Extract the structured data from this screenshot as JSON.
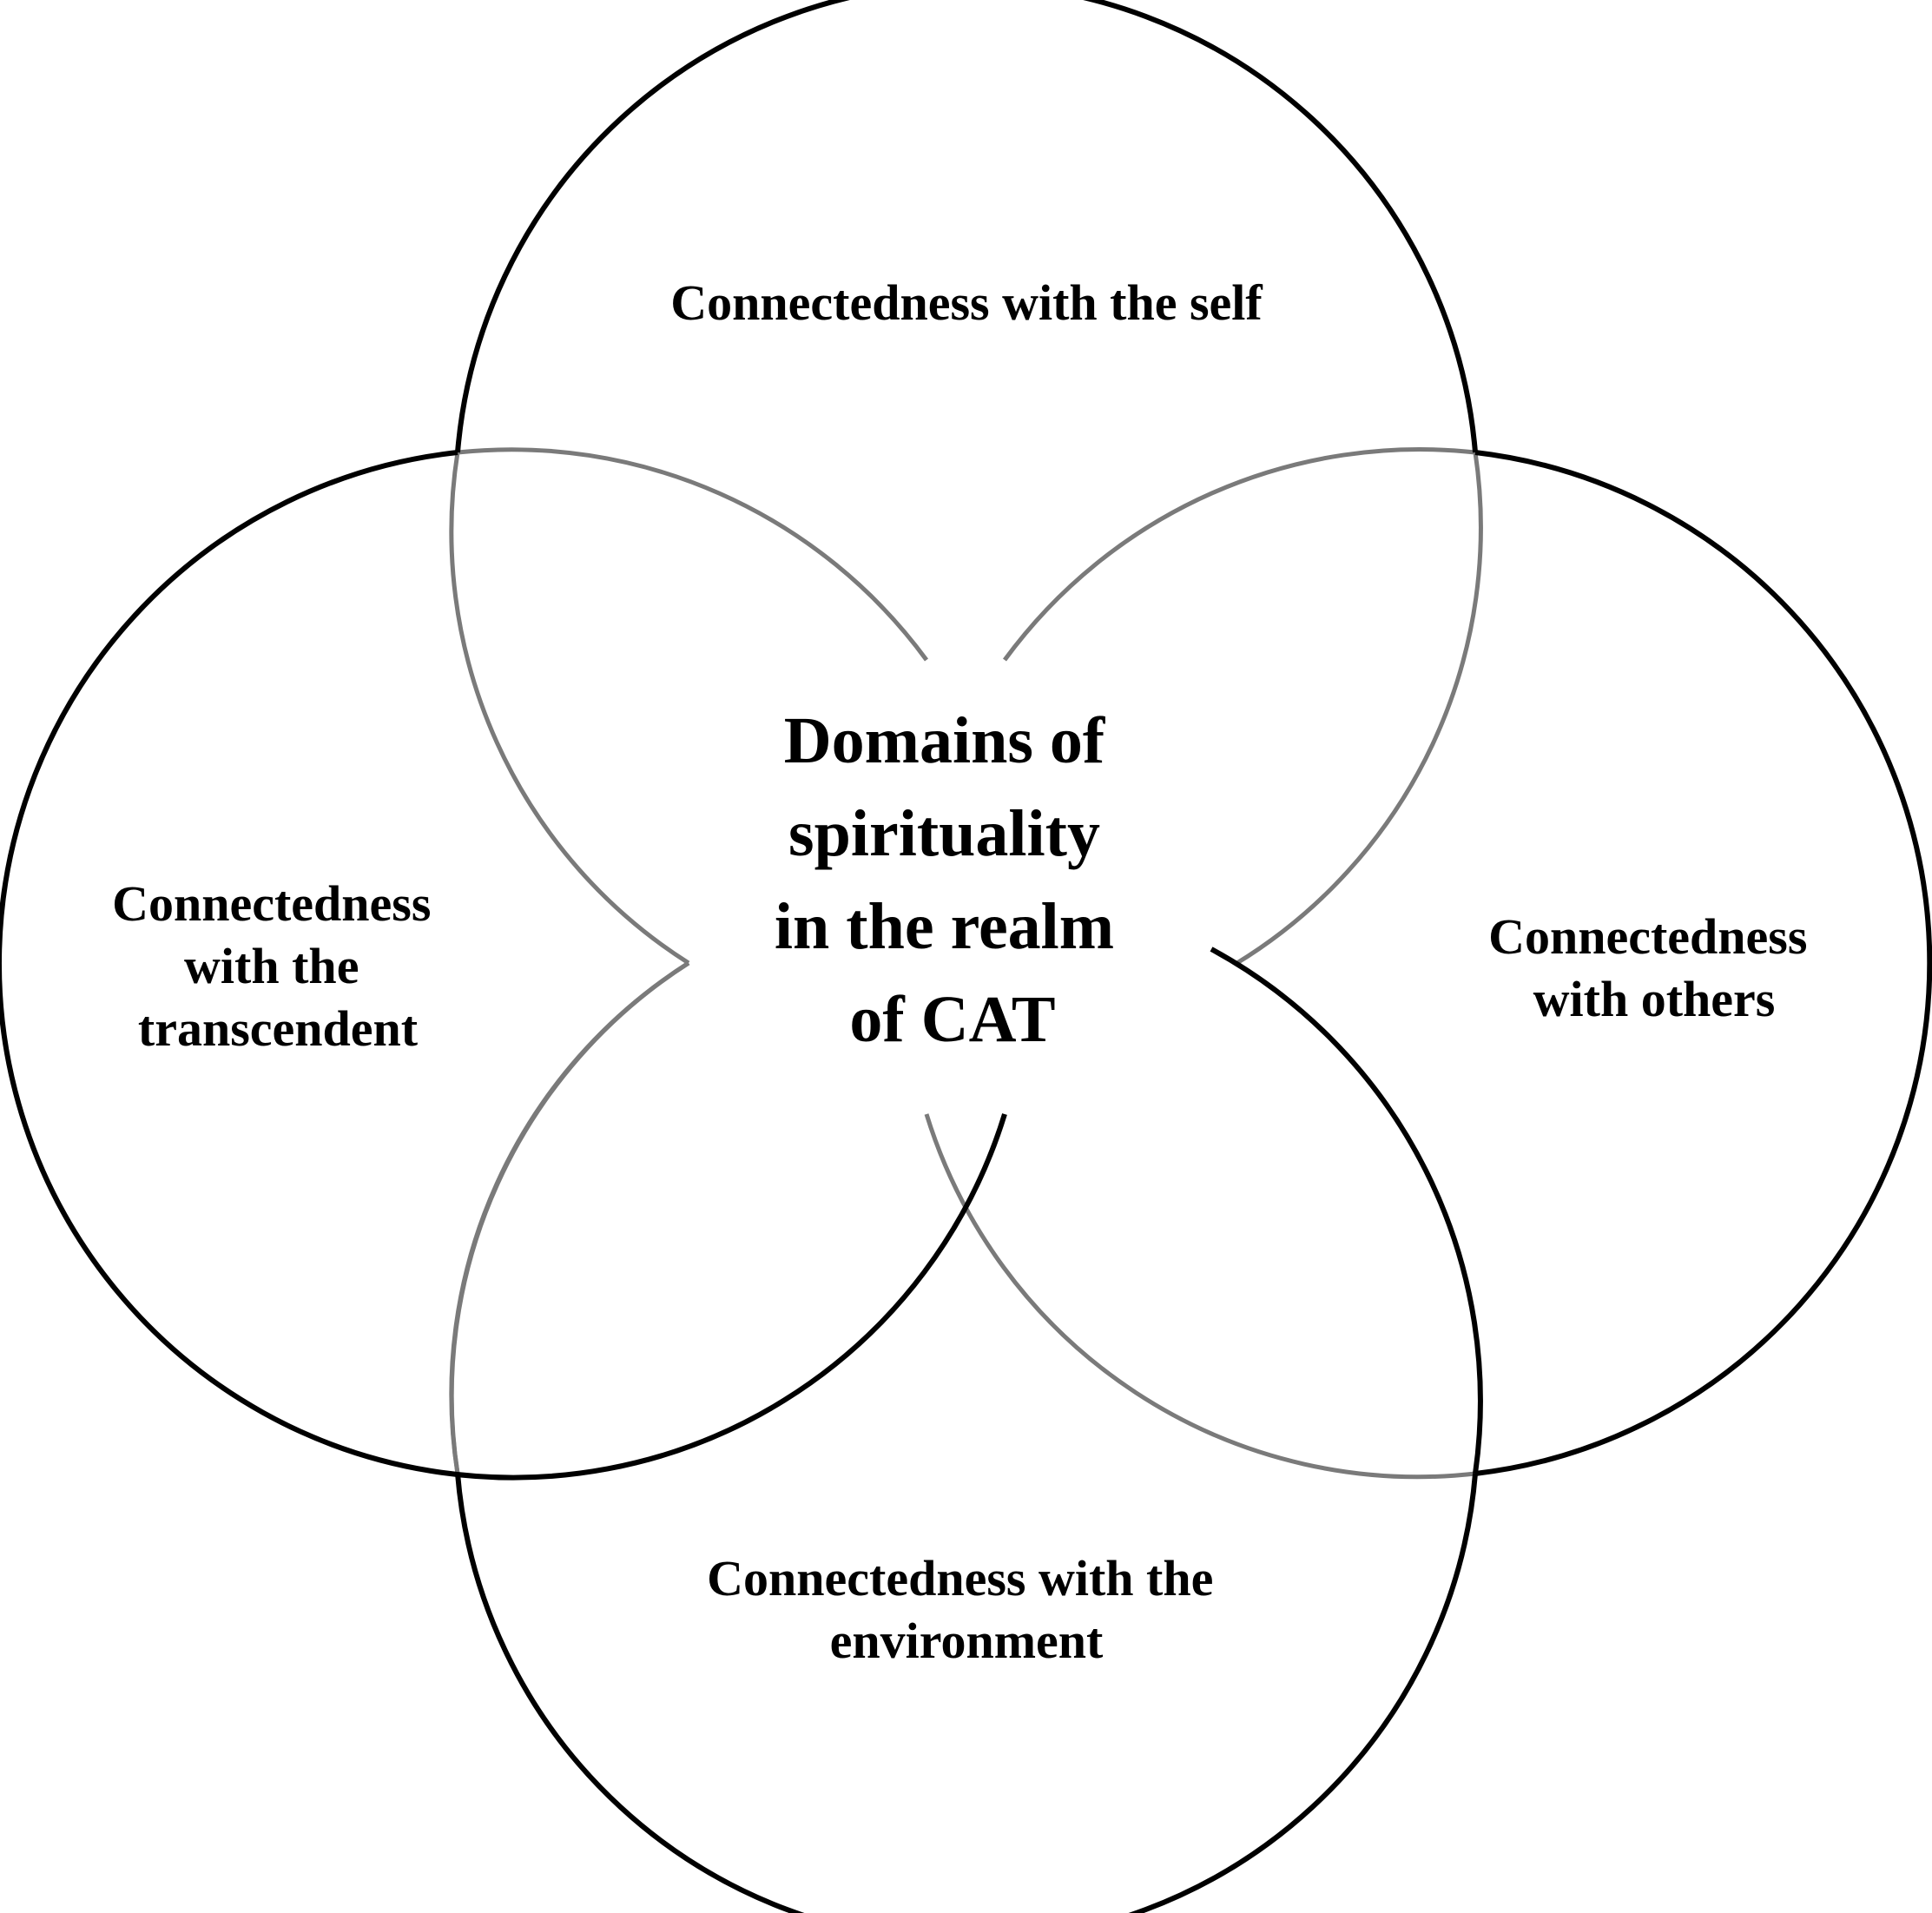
{
  "diagram": {
    "center": {
      "lines": [
        "Domains of",
        "spirituality",
        "in the realm",
        "of CAT"
      ]
    },
    "domains": {
      "top": {
        "lines": [
          "Connectedness with the self"
        ]
      },
      "left": {
        "lines": [
          "Connectedness",
          "with the",
          "transcendent"
        ]
      },
      "right": {
        "lines": [
          "Connectedness",
          "with others"
        ]
      },
      "bottom": {
        "lines": [
          "Connectedness with the",
          "environment"
        ]
      }
    },
    "colors": {
      "outer_stroke": "#000000",
      "inner_stroke": "#7a7a7a",
      "text": "#000000",
      "background": "#ffffff"
    }
  }
}
